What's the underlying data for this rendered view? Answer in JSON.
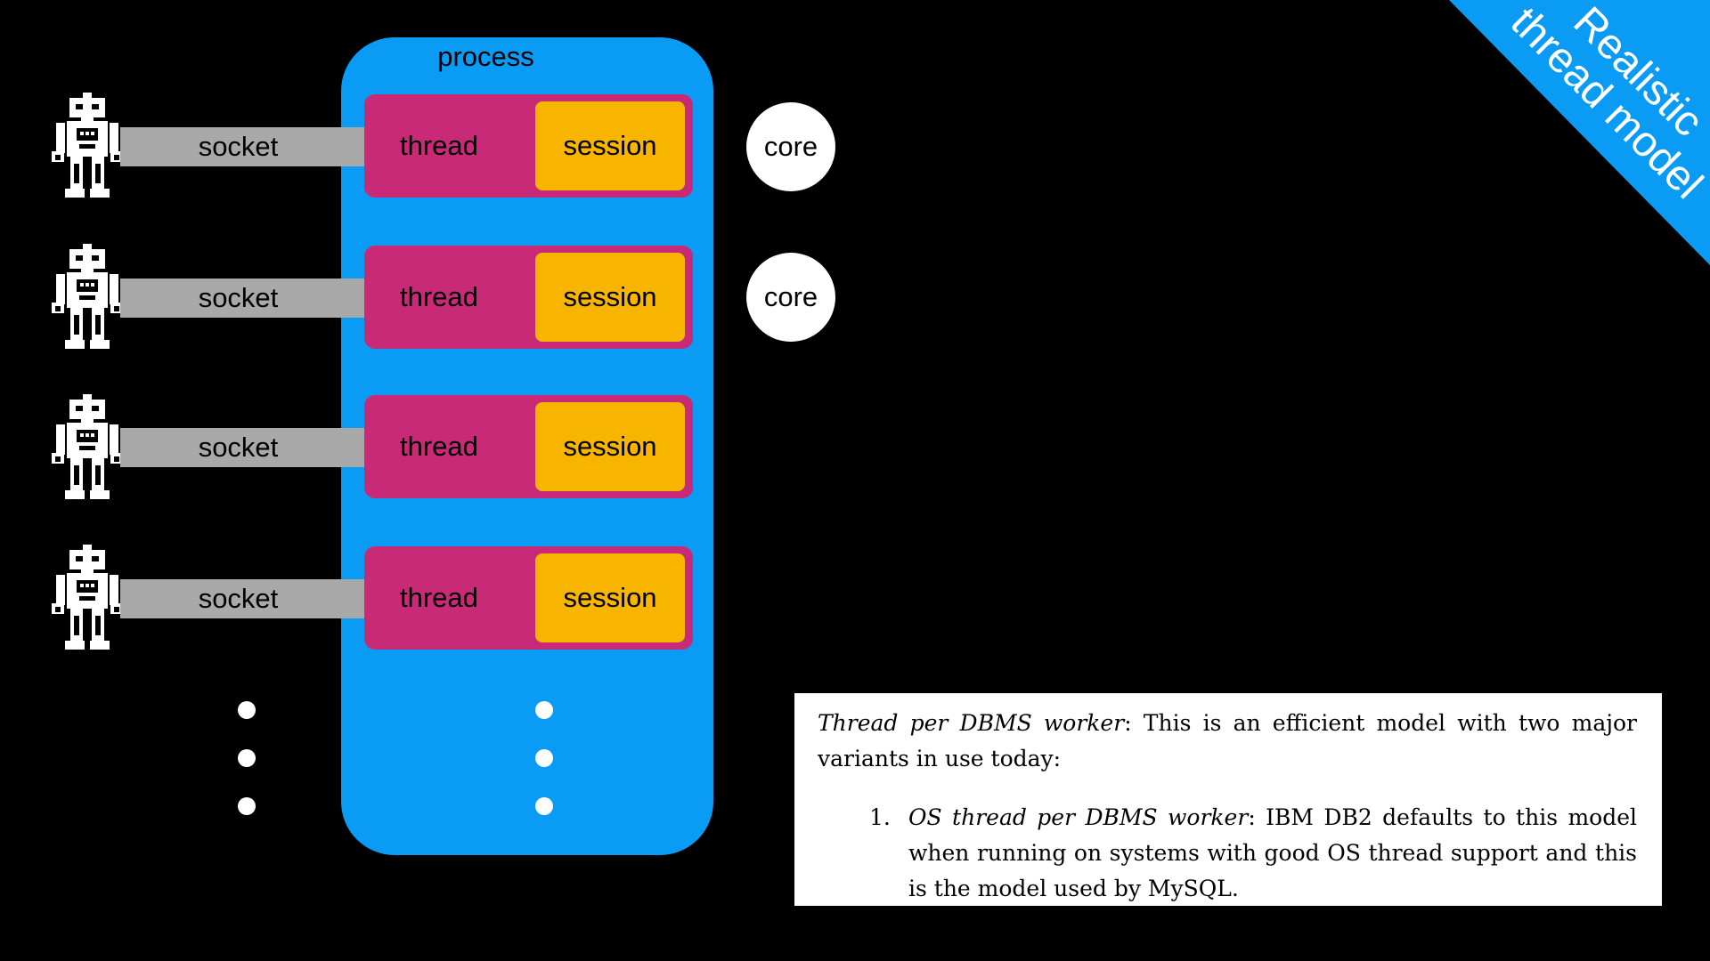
{
  "process": {
    "label": "process"
  },
  "rows": [
    {
      "socket": "socket",
      "thread": "thread",
      "session": "session"
    },
    {
      "socket": "socket",
      "thread": "thread",
      "session": "session"
    },
    {
      "socket": "socket",
      "thread": "thread",
      "session": "session"
    },
    {
      "socket": "socket",
      "thread": "thread",
      "session": "session"
    }
  ],
  "cores": [
    "core",
    "core"
  ],
  "corner_banner": {
    "line1": "Realistic",
    "line2": "thread model",
    "color": "#0a9bf5"
  },
  "icons": {
    "client": "robot-icon"
  },
  "quote": {
    "term": "Thread per DBMS worker",
    "text": ": This is an efficient model with two major variants in use today:",
    "item_number": "1.",
    "item_term": "OS thread per DBMS worker",
    "item_text": ": IBM DB2 defaults to this model when running on systems with good OS thread support and this is the model used by MySQL."
  },
  "colors": {
    "process": "#0a9bf5",
    "thread": "#c82a78",
    "session": "#f7b500",
    "socket": "#a9a9a9"
  }
}
